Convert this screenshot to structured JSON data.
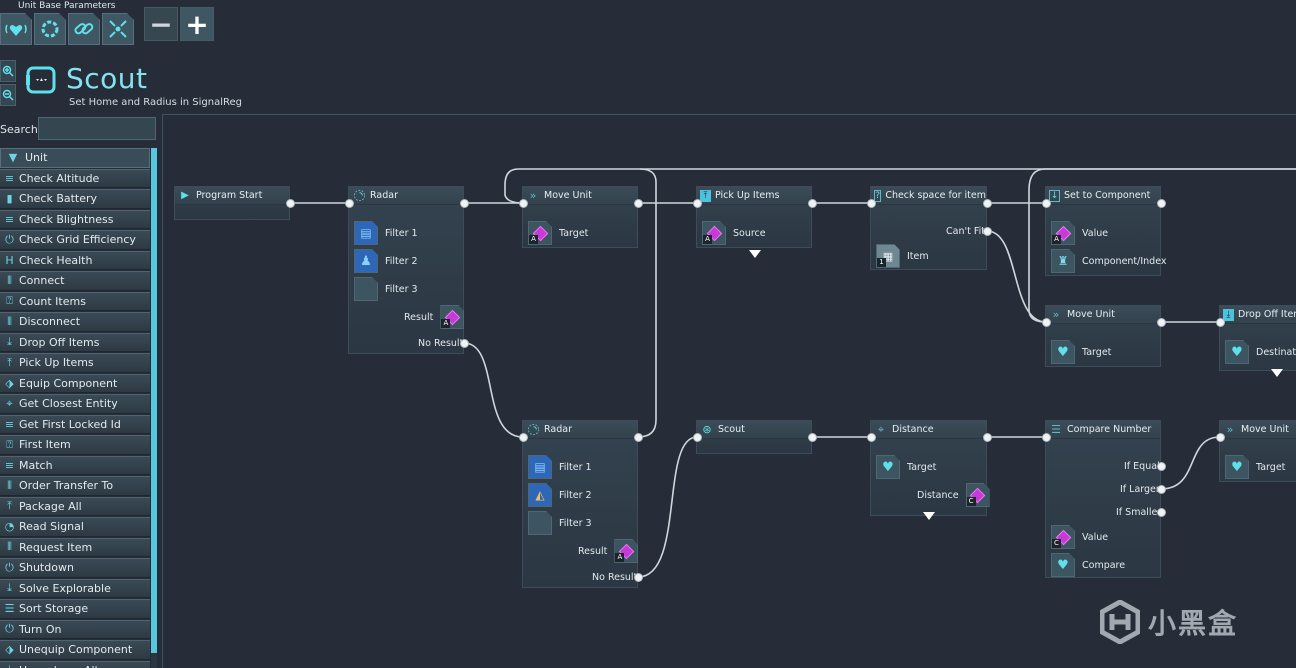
{
  "toolbar": {
    "tabs_label": "Unit Base Parameters",
    "tabs": [
      {
        "icon": "unit-heart-icon"
      },
      {
        "icon": "cycle-icon"
      },
      {
        "icon": "link-icon"
      },
      {
        "icon": "converge-icon"
      }
    ],
    "zoom_out_label": "−",
    "zoom_in_label": "+"
  },
  "header": {
    "title": "Scout",
    "subtitle": "Set Home and Radius in SignalReg"
  },
  "search": {
    "label": "Search:",
    "value": "",
    "placeholder": ""
  },
  "sidebar": {
    "category": "Unit",
    "items": [
      {
        "label": "Check Altitude",
        "icon": "≡"
      },
      {
        "label": "Check Battery",
        "icon": "▮"
      },
      {
        "label": "Check Blightness",
        "icon": "≡"
      },
      {
        "label": "Check Grid Efficiency",
        "icon": "⏻"
      },
      {
        "label": "Check Health",
        "icon": "H"
      },
      {
        "label": "Connect",
        "icon": "⦀"
      },
      {
        "label": "Count Items",
        "icon": "⍰"
      },
      {
        "label": "Disconnect",
        "icon": "⦀"
      },
      {
        "label": "Drop Off Items",
        "icon": "⤓"
      },
      {
        "label": "Pick Up Items",
        "icon": "⤒"
      },
      {
        "label": "Equip Component",
        "icon": "⬗"
      },
      {
        "label": "Get Closest Entity",
        "icon": "⌖"
      },
      {
        "label": "Get First Locked Id",
        "icon": "≡"
      },
      {
        "label": "First Item",
        "icon": "⍰"
      },
      {
        "label": "Match",
        "icon": "≡"
      },
      {
        "label": "Order Transfer To",
        "icon": "⦀"
      },
      {
        "label": "Package All",
        "icon": "⤒"
      },
      {
        "label": "Read Signal",
        "icon": "◔"
      },
      {
        "label": "Request Item",
        "icon": "⦀"
      },
      {
        "label": "Shutdown",
        "icon": "⏻"
      },
      {
        "label": "Solve Explorable",
        "icon": "⤓"
      },
      {
        "label": "Sort Storage",
        "icon": "☰"
      },
      {
        "label": "Turn On",
        "icon": "⏻"
      },
      {
        "label": "Unequip Component",
        "icon": "⬗"
      },
      {
        "label": "Unpackage All",
        "icon": "⤓"
      }
    ]
  },
  "nodes": {
    "program_start": {
      "title": "Program Start"
    },
    "radar1": {
      "title": "Radar",
      "filter1": "Filter 1",
      "filter2": "Filter 2",
      "filter3": "Filter 3",
      "result": "Result",
      "result_reg": "A",
      "no_result": "No Result"
    },
    "move_unit1": {
      "title": "Move Unit",
      "target": "Target",
      "target_reg": "A"
    },
    "pick_up": {
      "title": "Pick Up Items",
      "source": "Source",
      "source_reg": "A"
    },
    "check_space": {
      "title": "Check space for item",
      "cant_fit": "Can't Fit",
      "item": "Item",
      "item_count": "1"
    },
    "set_comp": {
      "title": "Set to Component",
      "value": "Value",
      "value_reg": "A",
      "comp_index": "Component/Index"
    },
    "move_unit2": {
      "title": "Move Unit",
      "target": "Target"
    },
    "drop_off": {
      "title": "Drop Off Items",
      "destination": "Destination"
    },
    "radar2": {
      "title": "Radar",
      "filter1": "Filter 1",
      "filter2": "Filter 2",
      "filter3": "Filter 3",
      "result": "Result",
      "result_reg": "A",
      "no_result": "No Result"
    },
    "scout": {
      "title": "Scout"
    },
    "distance": {
      "title": "Distance",
      "target": "Target",
      "distance": "Distance",
      "distance_reg": "C"
    },
    "compare": {
      "title": "Compare Number",
      "if_equal": "If Equal",
      "if_larger": "If Larger",
      "if_smaller": "If Smaller",
      "value": "Value",
      "value_reg": "C",
      "compare": "Compare"
    },
    "move_unit3": {
      "title": "Move Unit",
      "target": "Target"
    }
  },
  "colors": {
    "accent": "#86e2ee",
    "register": "#c83ad8",
    "background": "#262d38",
    "scrollbar": "#55c8e0"
  },
  "watermark": {
    "text": "小黑盒"
  }
}
